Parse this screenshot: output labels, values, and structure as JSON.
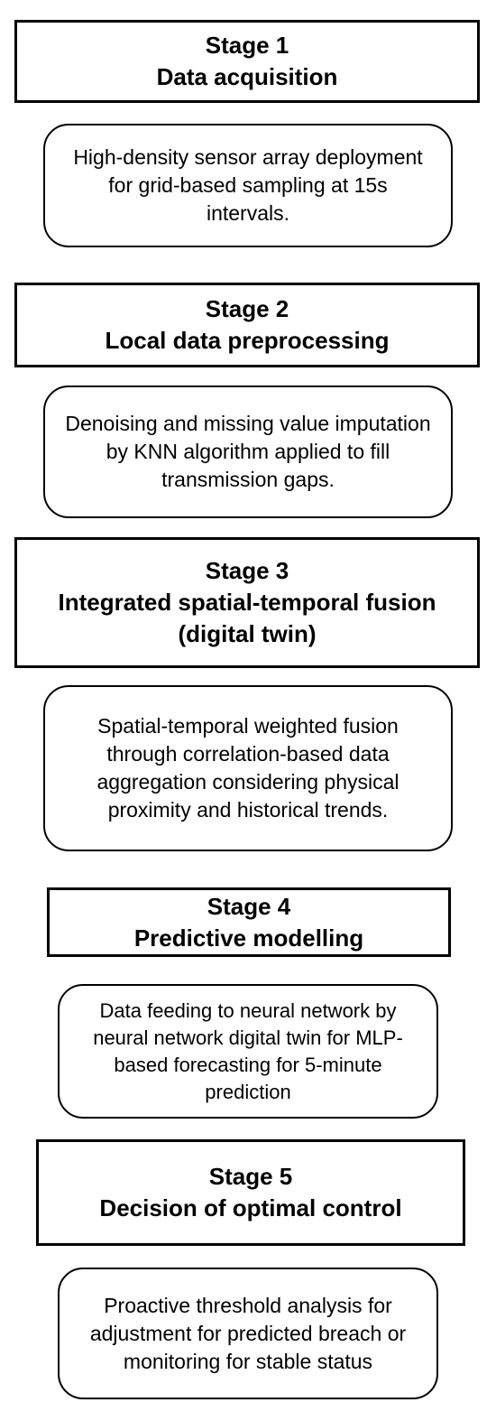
{
  "stages": [
    {
      "number": "Stage 1",
      "title": "Data acquisition",
      "description": "High-density sensor array deployment for grid-based sampling at 15s intervals."
    },
    {
      "number": "Stage 2",
      "title": "Local data preprocessing",
      "description": "Denoising and missing value imputation by KNN algorithm applied to fill transmission gaps."
    },
    {
      "number": "Stage 3",
      "title": "Integrated spatial-temporal fusion (digital twin)",
      "description": "Spatial-temporal weighted fusion through correlation-based data aggregation considering physical proximity and historical trends."
    },
    {
      "number": "Stage 4",
      "title": "Predictive modelling",
      "description": "Data feeding to neural network by neural network digital twin for MLP-based forecasting for 5-minute prediction"
    },
    {
      "number": "Stage 5",
      "title": "Decision of optimal control",
      "description": "Proactive threshold analysis for adjustment for predicted breach or monitoring for stable status"
    }
  ]
}
